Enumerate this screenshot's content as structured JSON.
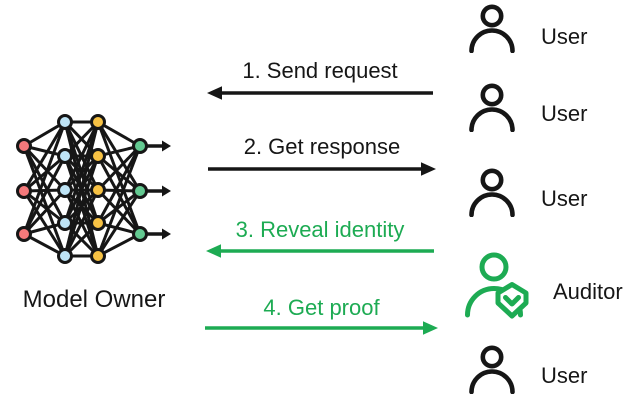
{
  "background": "#ffffff",
  "colors": {
    "black": "#161616",
    "green": "#1DAB53",
    "node_input": "#F5797B",
    "node_hidden1": "#BEE4F6",
    "node_hidden2": "#F7C244",
    "node_output": "#63C991"
  },
  "diagram": {
    "model_owner": {
      "label": "Model Owner",
      "icon": "neural-network-icon"
    },
    "messages": [
      {
        "step": "1",
        "label": "1. Send request",
        "direction": "left",
        "color": "black"
      },
      {
        "step": "2",
        "label": "2. Get response",
        "direction": "right",
        "color": "black"
      },
      {
        "step": "3",
        "label": "3. Reveal identity",
        "direction": "left",
        "color": "green"
      },
      {
        "step": "4",
        "label": "4. Get proof",
        "direction": "right",
        "color": "green"
      }
    ],
    "actors": [
      {
        "label": "User",
        "icon": "user-icon",
        "color": "black"
      },
      {
        "label": "User",
        "icon": "user-icon",
        "color": "black"
      },
      {
        "label": "User",
        "icon": "user-icon",
        "color": "black"
      },
      {
        "label": "Auditor",
        "icon": "auditor-icon",
        "color": "green"
      },
      {
        "label": "User",
        "icon": "user-icon",
        "color": "black"
      }
    ]
  }
}
